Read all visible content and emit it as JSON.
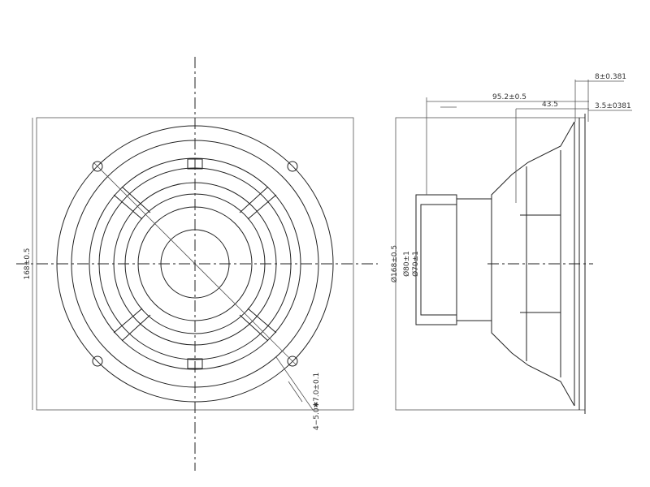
{
  "front_view": {
    "diameter_label": "168±0.5",
    "mounting_holes_label": "4−5.0✱7.0±0.1"
  },
  "side_view": {
    "outer_diameter_label": "Ø168±0.5",
    "magnet_diameter_label": "Ø80±1",
    "magnet_inner_label": "Ø70±1",
    "overall_depth_label": "95.2±0.5",
    "basket_depth_label": "43.5",
    "flange_thickness_label": "8±0.381",
    "gasket_thickness_label": "3.5±0381"
  }
}
